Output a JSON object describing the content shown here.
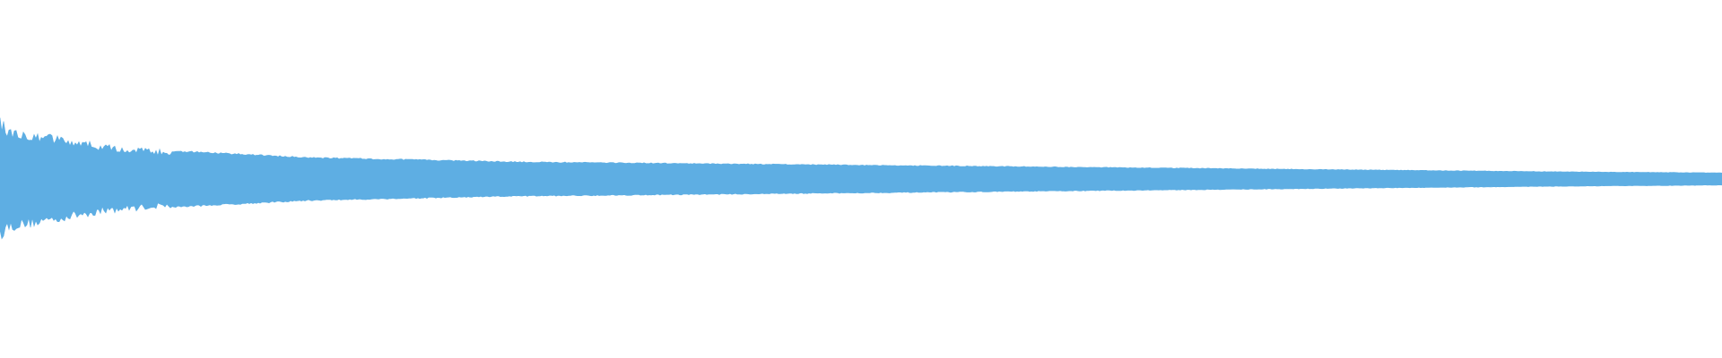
{
  "waveform": {
    "color": "#5eaee3",
    "background": "#ffffff",
    "decay_profile": [
      [
        0.0,
        1.0
      ],
      [
        0.004,
        0.85
      ],
      [
        0.03,
        0.72
      ],
      [
        0.06,
        0.56
      ],
      [
        0.1,
        0.46
      ],
      [
        0.18,
        0.35
      ],
      [
        0.3,
        0.28
      ],
      [
        0.45,
        0.24
      ],
      [
        0.6,
        0.2
      ],
      [
        0.75,
        0.16
      ],
      [
        0.9,
        0.12
      ],
      [
        1.0,
        0.1
      ]
    ]
  }
}
